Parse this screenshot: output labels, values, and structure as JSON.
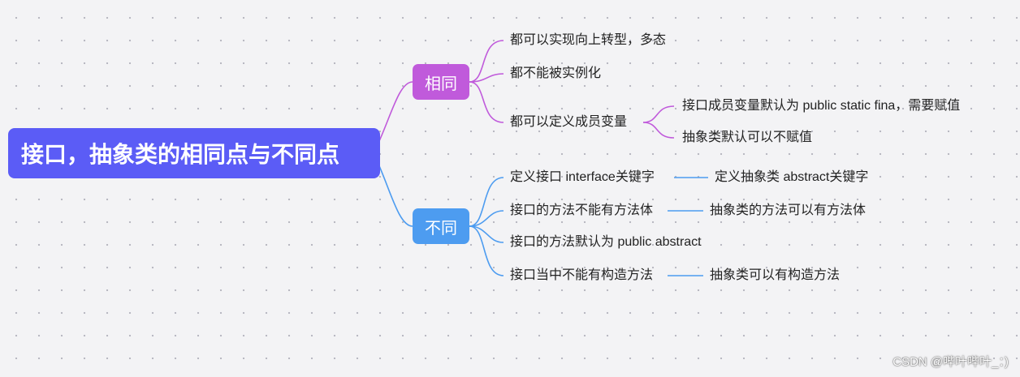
{
  "root": {
    "label": "接口，抽象类的相同点与不同点"
  },
  "same": {
    "label": "相同",
    "items": [
      {
        "label": "都可以实现向上转型，多态"
      },
      {
        "label": "都不能被实例化"
      },
      {
        "label": "都可以定义成员变量",
        "children": [
          {
            "label": "接口成员变量默认为 public static fina，需要赋值"
          },
          {
            "label": "抽象类默认可以不赋值"
          }
        ]
      }
    ]
  },
  "diff": {
    "label": "不同",
    "items": [
      {
        "label": "定义接口 interface关键字",
        "pair": "定义抽象类 abstract关键字"
      },
      {
        "label": "接口的方法不能有方法体",
        "pair": "抽象类的方法可以有方法体"
      },
      {
        "label": "接口的方法默认为 public abstract"
      },
      {
        "label": "接口当中不能有构造方法",
        "pair": "抽象类可以有构造方法"
      }
    ]
  },
  "colors": {
    "root": "#5b5cf6",
    "same": "#c05adb",
    "diff": "#4d9cf0"
  },
  "watermark": "CSDN @哔叶哔叶_：)"
}
